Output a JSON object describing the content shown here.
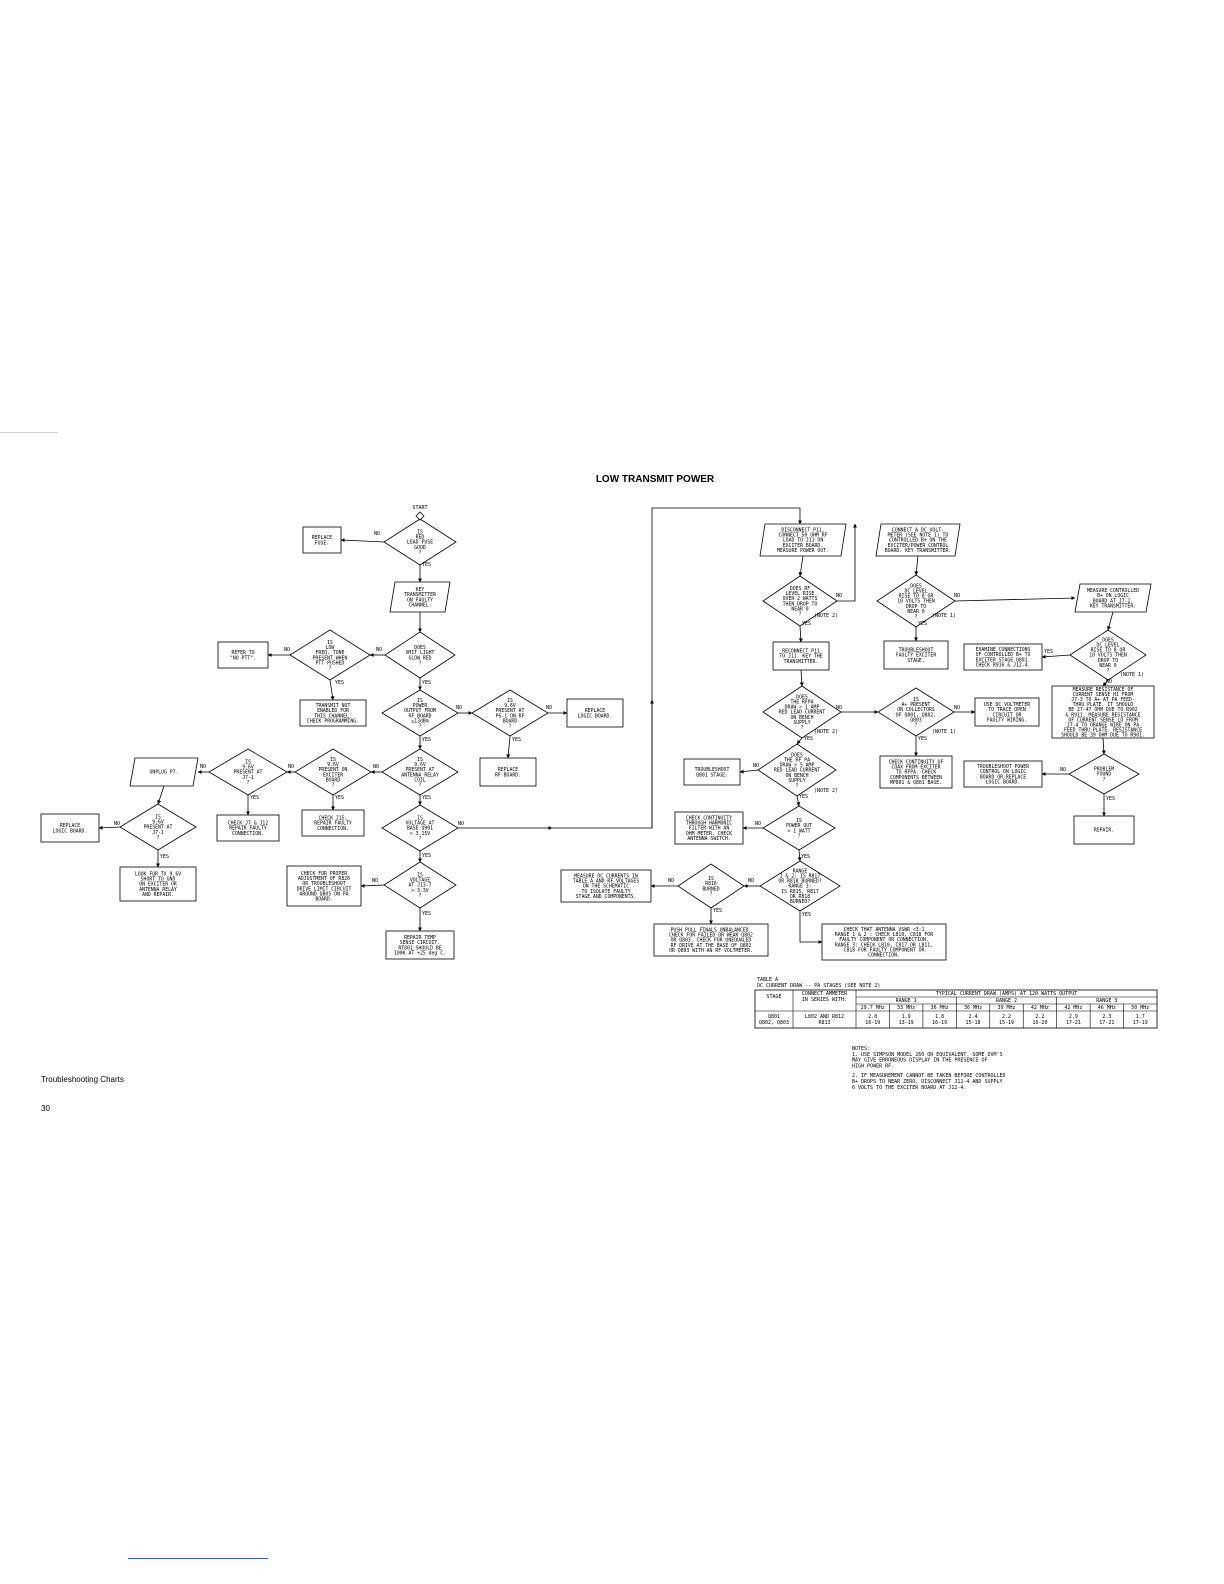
{
  "title": "LOW TRANSMIT POWER",
  "footer": {
    "label": "Troubleshooting Charts",
    "page_number": "30"
  },
  "start_label": "START",
  "nodes": [
    {
      "id": "n1",
      "type": "diamond",
      "text": [
        "IS",
        "RED",
        "LEAD FUSE",
        "GOOD",
        "?"
      ]
    },
    {
      "id": "n2",
      "type": "rect",
      "text": [
        "REPLACE",
        "FUSE."
      ]
    },
    {
      "id": "n3",
      "type": "para",
      "text": [
        "KEY",
        "TRANSMITTER",
        "ON FAULTY",
        "CHANNEL."
      ]
    },
    {
      "id": "n4",
      "type": "diamond",
      "text": [
        "DOES",
        "XMIT LIGHT",
        "GLOW RED",
        "?"
      ]
    },
    {
      "id": "n5",
      "type": "diamond",
      "text": [
        "IS",
        "LOW",
        "FREQ. TONE",
        "PRESENT WHEN",
        "PTT PUSHED",
        "?"
      ]
    },
    {
      "id": "n6",
      "type": "rect",
      "text": [
        "REFER TO",
        "\"NO PTT\"."
      ]
    },
    {
      "id": "n7",
      "type": "rect",
      "text": [
        "TRANSMIT NOT",
        "ENABLED FOR",
        "THIS CHANNEL.",
        "CHECK PROGRAMMING."
      ]
    },
    {
      "id": "n8",
      "type": "diamond",
      "text": [
        "IS",
        "POWER",
        "OUTPUT FROM",
        "RF BOARD",
        "≥13dBm",
        "?"
      ]
    },
    {
      "id": "n9",
      "type": "diamond",
      "text": [
        "IS",
        "9.6V",
        "PRESENT AT",
        "P6-1 ON RF",
        "BOARD",
        "?"
      ]
    },
    {
      "id": "n10",
      "type": "rect",
      "text": [
        "REPLACE",
        "LOGIC BOARD."
      ]
    },
    {
      "id": "n11",
      "type": "rect",
      "text": [
        "REPLACE",
        "RF BOARD."
      ]
    },
    {
      "id": "n12",
      "type": "diamond",
      "text": [
        "IS",
        "9.6V",
        "PRESENT AT",
        "ANTENNA RELAY",
        "COIL",
        "?"
      ]
    },
    {
      "id": "n13",
      "type": "diamond",
      "text": [
        "IS",
        "9.6V",
        "PRESENT ON",
        "EXCITER",
        "BOARD",
        "?"
      ]
    },
    {
      "id": "n14",
      "type": "rect",
      "text": [
        "CHECK J15.",
        "REPAIR FAULTY",
        "CONNECTION."
      ]
    },
    {
      "id": "n15",
      "type": "diamond",
      "text": [
        "IS",
        "9.6V",
        "PRESENT AT",
        "J7-1",
        "?"
      ]
    },
    {
      "id": "n16",
      "type": "rect",
      "text": [
        "CHECK J7 & J12",
        "REPAIR FAULTY",
        "CONNECTION."
      ]
    },
    {
      "id": "n17",
      "type": "para",
      "text": [
        "UNPLUG P7."
      ]
    },
    {
      "id": "n18",
      "type": "diamond",
      "text": [
        "IS",
        "9.6V",
        "PRESENT AT",
        "J7-1",
        "?"
      ]
    },
    {
      "id": "n19",
      "type": "rect",
      "text": [
        "REPLACE",
        "LOGIC BOARD."
      ]
    },
    {
      "id": "n20",
      "type": "rect",
      "text": [
        "LOOK FOR TX 9.6V",
        "SHORT TO GND",
        "ON EXCITER OR",
        "ANTENNA RELAY",
        "AND REPAIR."
      ]
    },
    {
      "id": "n21",
      "type": "diamond",
      "text": [
        "IS",
        "VOLTAGE AT",
        "BASE Q901",
        "> 3.15V",
        "?"
      ]
    },
    {
      "id": "n22",
      "type": "diamond",
      "text": [
        "IS",
        "VOLTAGE",
        "AT J13-7",
        "> 3.3V",
        "?"
      ]
    },
    {
      "id": "n23",
      "type": "rect",
      "text": [
        "CHECK FOR PROPER",
        "ADJUSTMENT OF R826",
        "OR TROUBLESHOOT",
        "DRIVE LIMIT CIRCUIT",
        "AROUND Q805 ON PA",
        "BOARD."
      ]
    },
    {
      "id": "n24",
      "type": "rect",
      "text": [
        "REPAIR TEMP",
        "SENSE CIRCUIT.",
        "RT801 SHOULD BE",
        "100K AT +25 deg C."
      ]
    },
    {
      "id": "n25",
      "type": "para",
      "text": [
        "DISCONNECT P11.",
        "CONNECT 50 OHM RF",
        "LOAD TO J11 ON",
        "EXCITER BOARD.",
        "MEASURE POWER OUT."
      ]
    },
    {
      "id": "n26",
      "type": "diamond",
      "text": [
        "DOES RF",
        "LEVEL RISE",
        "OVER 2 WATTS",
        "THEN DROP TO",
        "NEAR 0",
        "?"
      ]
    },
    {
      "id": "n27",
      "type": "rect",
      "text": [
        "RECONNECT P11",
        "TO J11. KEY THE",
        "TRANSMITTER."
      ]
    },
    {
      "id": "n28",
      "type": "diamond",
      "text": [
        "DOES",
        "THE RFPA",
        "DRAW > 1 AMP",
        "RED LEAD CURRENT",
        "ON BENCH",
        "SUPPLY",
        "?"
      ]
    },
    {
      "id": "n29",
      "type": "diamond",
      "text": [
        "DOES",
        "THE RF PA",
        "DRAW > 5 AMP",
        "RED LEAD CURRENT",
        "ON BENCH",
        "SUPPLY",
        "?"
      ]
    },
    {
      "id": "n30",
      "type": "rect",
      "text": [
        "TROUBLESHOOT",
        "Q801 STAGE."
      ]
    },
    {
      "id": "n31",
      "type": "diamond",
      "text": [
        "IS",
        "POWER OUT",
        "> 1 WATT",
        "?"
      ]
    },
    {
      "id": "n32",
      "type": "rect",
      "text": [
        "CHECK CONTINUITY",
        "THROUGH HARMONIC",
        "FILTER WITH AN",
        "OHM METER. CHECK",
        "ANTENNA SWITCH."
      ]
    },
    {
      "id": "n33",
      "type": "diamond",
      "text": [
        "RANGE",
        "1 & 2: IS R817",
        "OR R818 BURNED?",
        "RANGE 3:",
        "IS R815, R817",
        "OR R818",
        "BURNED?"
      ]
    },
    {
      "id": "n34",
      "type": "diamond",
      "text": [
        "IS",
        "R816",
        "BURNED",
        "?"
      ]
    },
    {
      "id": "n35",
      "type": "rect",
      "text": [
        "MEASURE DC CURRENTS IN",
        "TABLE A AND RF VOLTAGES",
        "ON THE SCHEMATIC",
        "TO ISOLATE FAULTY",
        "STAGE AND COMPONENTS."
      ]
    },
    {
      "id": "n36",
      "type": "rect",
      "text": [
        "PUSH PULL FINALS UNBALANCED.",
        "CHECK FOR FAILED OR WEAK Q802",
        "OR Q803. CHECK FOR UNEQUALED",
        "RF DRIVE AT THE BASE OF Q802",
        "OR Q803 WITH AN RF VOLTMETER."
      ]
    },
    {
      "id": "n37",
      "type": "rect",
      "text": [
        "CHECK THAT ANTENNA VSWR <3:1",
        "RANGE 1 & 2 : CHECK L810, C818 FOR",
        "FAULTY COMPONENT OR CONNECTION.",
        "RANGE 3: CHECK L810, C817 OR L811,",
        "C818 FOR FAULTY COMPONENT OR",
        "CONNECTION."
      ]
    },
    {
      "id": "n38",
      "type": "para",
      "text": [
        "CONNECT A DC VOLT-",
        "METER (SEE NOTE 1) TO",
        "CONTROLLED B+ ON THE",
        "EXCITER/POWER CONTROL",
        "BOARD. KEY TRANSMITTER."
      ]
    },
    {
      "id": "n39",
      "type": "diamond",
      "text": [
        "DOES",
        "DC LEVEL",
        "RISE TO 8 OR",
        "10 VOLTS THEN",
        "DROP TO",
        "NEAR 0",
        "?"
      ]
    },
    {
      "id": "n40",
      "type": "rect",
      "text": [
        "TROUBLESHOOT",
        "FAULTY EXCITER",
        "STAGE."
      ]
    },
    {
      "id": "n41",
      "type": "diamond",
      "text": [
        "IS",
        "A+ PRESENT",
        "ON COLLECTORS",
        "OF Q801, Q802,",
        "Q803",
        "?"
      ]
    },
    {
      "id": "n42",
      "type": "rect",
      "text": [
        "USE DC VOLTMETER",
        "TO TRACE OPEN",
        "CIRCUIT OR",
        "FAULTY WIRING."
      ]
    },
    {
      "id": "n43",
      "type": "rect",
      "text": [
        "CHECK CONTINUITY OF",
        "COAX FROM EXCITER",
        "TO RFPA. CHECK",
        "COMPONENTS BETWEEN",
        "MP801 & Q801 BASE."
      ]
    },
    {
      "id": "n44",
      "type": "para",
      "text": [
        "MEASURE CONTROLLED",
        "B+ ON LOGIC",
        "BOARD AT J7-2.",
        "KEY TRANSMITTER."
      ]
    },
    {
      "id": "n45",
      "type": "diamond",
      "text": [
        "DOES",
        "DC LEVEL",
        "RISE TO 8 OR",
        "10 VOLTS THEN",
        "DROP TO",
        "NEAR 0",
        "?"
      ]
    },
    {
      "id": "n46",
      "type": "rect",
      "text": [
        "EXAMINE CONNECTIONS",
        "OF CONTROLLED B+ TO",
        "EXCITER STAGE Q801.",
        "CHECK R916 & J12-4."
      ]
    },
    {
      "id": "n47",
      "type": "rect",
      "text": [
        "MEASURE RESISTANCE OF",
        "CURRENT SENSE HI FROM",
        "J7-3 TO A+ AT PA FEED-",
        "THRU PLATE. IT SHOULD",
        "BE 27-47 OHM DUE TO R902",
        "& R911. MEASURE RESISTANCE",
        "OF CURRENT SENSE LO FROM",
        "J7-4 TO ORANGE WIRE ON PA",
        "FEED THRU PLATE. RESISTANCE",
        "SHOULD BE 39 OHM DUE TO R901."
      ]
    },
    {
      "id": "n48",
      "type": "diamond",
      "text": [
        "PROBLEM",
        "FOUND",
        "?"
      ]
    },
    {
      "id": "n49",
      "type": "rect",
      "text": [
        "TROUBLESHOOT POWER",
        "CONTROL ON LOGIC",
        "BOARD OR REPLACE",
        "LOGIC BOARD."
      ]
    },
    {
      "id": "n50",
      "type": "rect",
      "text": [
        "REPAIR."
      ]
    }
  ],
  "edge_labels": {
    "yes": "YES",
    "no": "NO",
    "note1": "(NOTE 1)",
    "note2": "(NOTE 2)"
  },
  "table": {
    "caption": [
      "TABLE A",
      "DC CURRENT DRAW -- PA STAGES (SEE NOTE 2)"
    ],
    "stage_header": "STAGE",
    "ammeter_header": [
      "CONNECT AMMETER",
      "IN SERIES WITH:"
    ],
    "typical_header": "TYPICAL CURRENT DRAW (AMPS) AT 120 WATTS OUTPUT",
    "ranges": [
      "RANGE 1",
      "RANGE 2",
      "RANGE 3"
    ],
    "frequencies": [
      "29.7 MHz",
      "33 MHz",
      "36 MHz",
      "36 MHz",
      "39 MHz",
      "42 MHz",
      "42 MHz",
      "46 MHz",
      "50 MHz"
    ],
    "row": {
      "stage": [
        "Q801",
        "Q802, Q803"
      ],
      "ammeter": [
        "L802 AND R812",
        "R813"
      ],
      "values": [
        [
          "2.0",
          "16-19"
        ],
        [
          "1.9",
          "13-19"
        ],
        [
          "1.8",
          "16-19"
        ],
        [
          "2.4",
          "15-18"
        ],
        [
          "2.2",
          "15-19"
        ],
        [
          "2.2",
          "16-20"
        ],
        [
          "2.9",
          "17-21"
        ],
        [
          "2.3",
          "17-21"
        ],
        [
          "1.7",
          "17-19"
        ]
      ]
    }
  },
  "notes": [
    "NOTES:",
    "1. USE SIMPSON MODEL 260 OR EQUIVALENT. SOME DVM'S",
    "   MAY GIVE ERRONEOUS DISPLAY IN THE PRESENCE OF",
    "   HIGH POWER RF.",
    "2. IF MEASUREMENT CANNOT BE TAKEN BEFORE CONTROLLED",
    "   B+ DROPS TO NEAR ZERO, DISCONNECT J12-4 AND SUPPLY",
    "   6 VOLTS TO THE EXCITER BOARD AT J12-4."
  ]
}
